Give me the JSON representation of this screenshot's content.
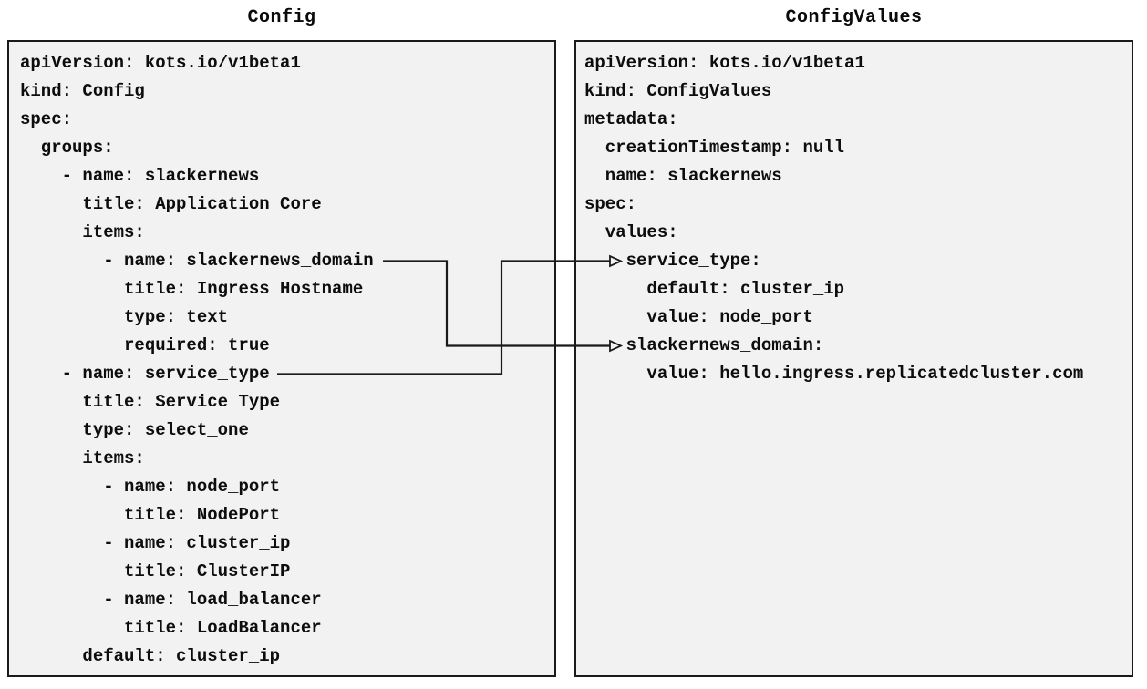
{
  "page": {
    "background_color": "#ffffff",
    "box_fill_color": "#f2f2f2",
    "box_border_color": "#1a1a1a",
    "text_color": "#0d0d0d",
    "arrow_color": "#1a1a1a"
  },
  "config_panel": {
    "title": "Config",
    "yaml_lines": [
      "apiVersion: kots.io/v1beta1",
      "kind: Config",
      "spec:",
      "  groups:",
      "    - name: slackernews",
      "      title: Application Core",
      "      items:",
      "        - name: slackernews_domain",
      "          title: Ingress Hostname",
      "          type: text",
      "          required: true",
      "    - name: service_type",
      "      title: Service Type",
      "      type: select_one",
      "      items:",
      "        - name: node_port",
      "          title: NodePort",
      "        - name: cluster_ip",
      "          title: ClusterIP",
      "        - name: load_balancer",
      "          title: LoadBalancer",
      "      default: cluster_ip"
    ]
  },
  "config_values_panel": {
    "title": "ConfigValues",
    "yaml_lines": [
      "apiVersion: kots.io/v1beta1",
      "kind: ConfigValues",
      "metadata:",
      "  creationTimestamp: null",
      "  name: slackernews",
      "spec:",
      "  values:",
      "    service_type:",
      "      default: cluster_ip",
      "      value: node_port",
      "    slackernews_domain:",
      "      value: hello.ingress.replicatedcluster.com"
    ]
  },
  "arrows": [
    {
      "id": "slackernews-domain-mapping",
      "from": "- name: slackernews_domain",
      "to": "slackernews_domain:"
    },
    {
      "id": "service-type-mapping",
      "from": "- name: service_type",
      "to": "service_type:"
    }
  ]
}
